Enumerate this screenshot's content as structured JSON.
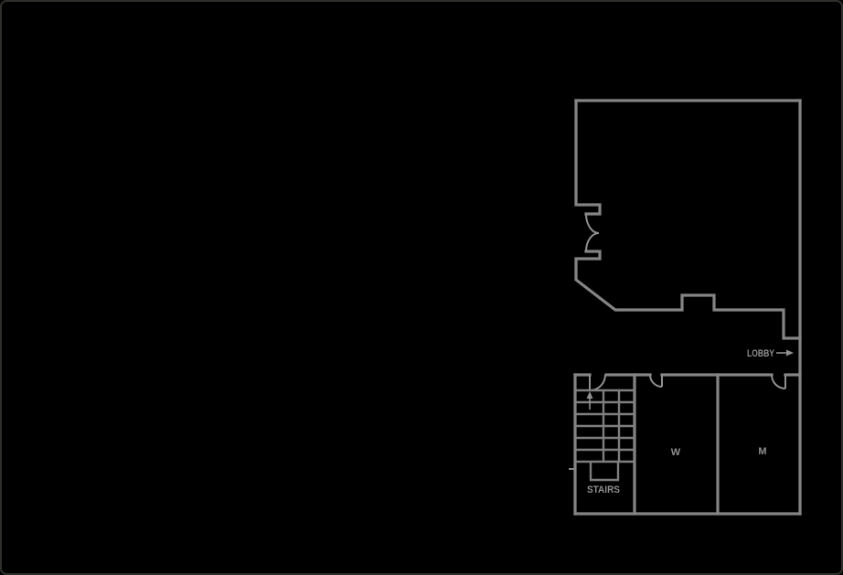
{
  "canvas": {
    "background": "#000000",
    "border_color": "#2f2f2c"
  },
  "colors": {
    "wall": "#848484",
    "stair_lines": "#7e7e7e",
    "door": "#8f8f8f",
    "text": "#8f8f8f",
    "arrow": "#8f8f8f"
  },
  "floor_plan": {
    "labels": {
      "lobby": "LOBBY",
      "stairs": "STAIRS",
      "women_room": "W",
      "men_room": "M"
    },
    "icons": {
      "lobby_direction_arrow": "right-arrow",
      "stairs_up_arrow": "up-arrow"
    }
  }
}
